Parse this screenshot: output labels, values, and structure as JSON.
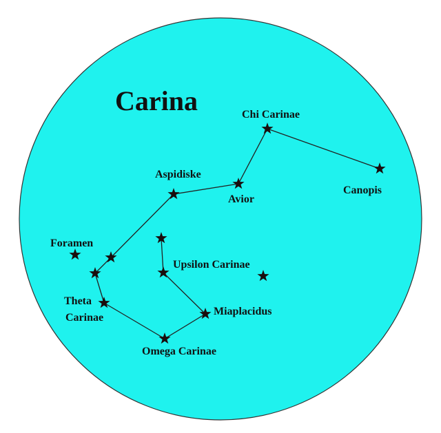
{
  "title": "Carina",
  "colors": {
    "sky": "#1ff2ee",
    "ink": "#111111",
    "background": "#ffffff"
  },
  "stars": [
    {
      "id": "chi",
      "label": "Chi Carinae"
    },
    {
      "id": "canopis",
      "label": "Canopis"
    },
    {
      "id": "avior",
      "label": "Avior"
    },
    {
      "id": "aspidiske",
      "label": "Aspidiske"
    },
    {
      "id": "s1",
      "label": ""
    },
    {
      "id": "s2",
      "label": ""
    },
    {
      "id": "theta",
      "label": "Theta Carinae"
    },
    {
      "id": "omega",
      "label": "Omega Carinae"
    },
    {
      "id": "miaplacidus",
      "label": "Miaplacidus"
    },
    {
      "id": "upsilon",
      "label": "Upsilon Carinae"
    },
    {
      "id": "s3",
      "label": ""
    },
    {
      "id": "foramen",
      "label": "Foramen"
    },
    {
      "id": "s4",
      "label": ""
    }
  ],
  "labels": {
    "chi": "Chi Carinae",
    "canopis": "Canopis",
    "avior": "Avior",
    "aspidiske": "Aspidiske",
    "foramen": "Foramen",
    "upsilon": "Upsilon Carinae",
    "theta_1": "Theta",
    "theta_2": "Carinae",
    "miaplacidus": "Miaplacidus",
    "omega": "Omega Carinae"
  },
  "connections": [
    [
      "canopis",
      "chi"
    ],
    [
      "chi",
      "avior"
    ],
    [
      "avior",
      "aspidiske"
    ],
    [
      "aspidiske",
      "s1"
    ],
    [
      "s1",
      "s2"
    ],
    [
      "s2",
      "theta"
    ],
    [
      "theta",
      "omega"
    ],
    [
      "omega",
      "miaplacidus"
    ],
    [
      "miaplacidus",
      "upsilon"
    ],
    [
      "upsilon",
      "s3"
    ]
  ]
}
